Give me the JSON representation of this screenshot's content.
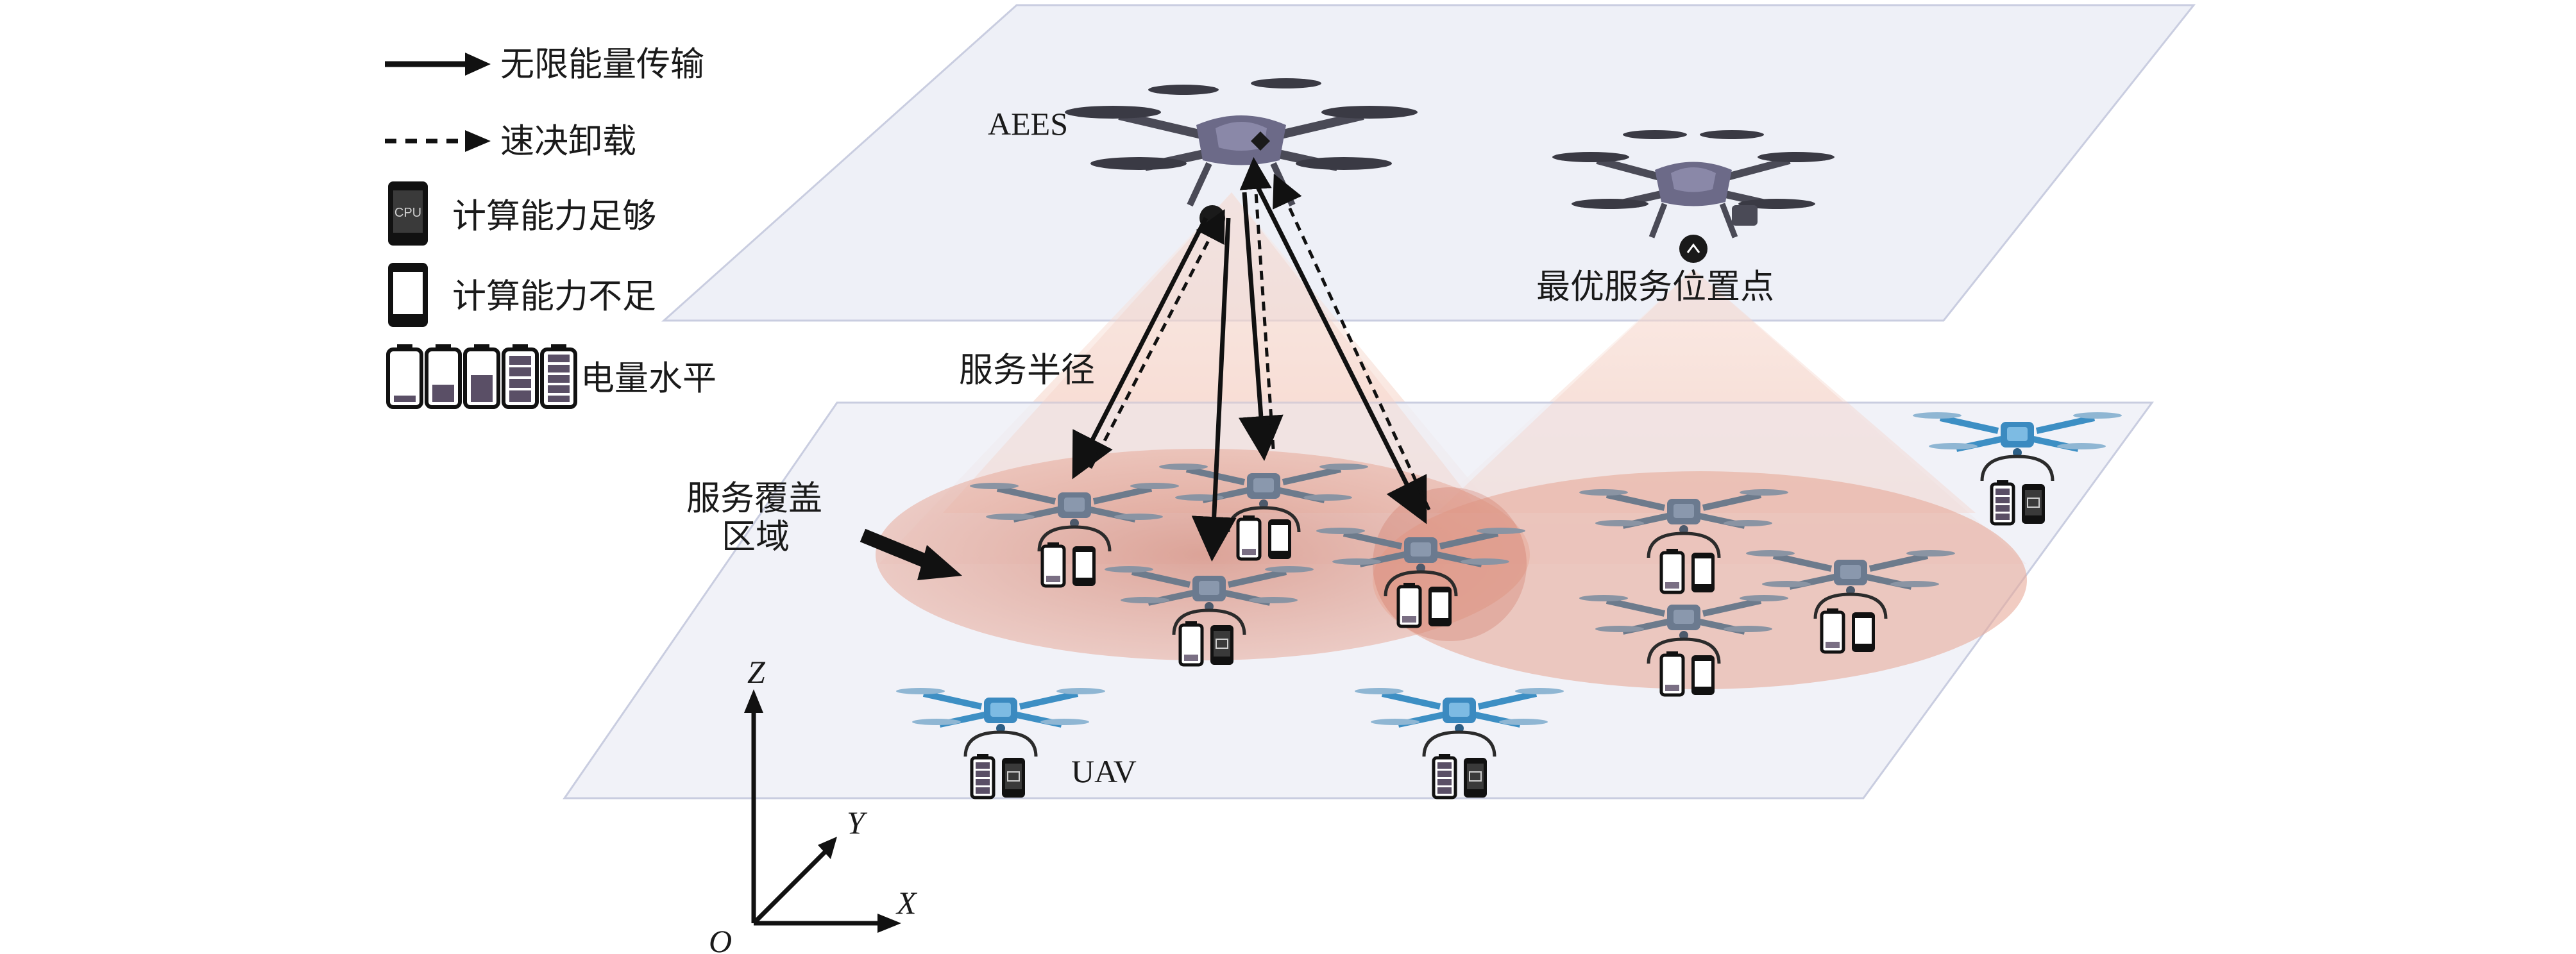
{
  "legend": {
    "items": [
      {
        "icon": "solid-arrow-icon",
        "label": "无限能量传输"
      },
      {
        "icon": "dashed-arrow-icon",
        "label": "速决卸载"
      },
      {
        "icon": "cpu-phone-icon",
        "label": "计算能力足够"
      },
      {
        "icon": "empty-phone-icon",
        "label": "计算能力不足"
      },
      {
        "icon": "battery-levels-icon",
        "label": "电量水平"
      }
    ],
    "cpu_text": "CPU"
  },
  "labels": {
    "aees": "AEES",
    "optimal_position": "最优服务位置点",
    "service_radius": "服务半径",
    "coverage_line1": "服务覆盖",
    "coverage_line2": "区域",
    "uav": "UAV"
  },
  "axes": {
    "z": "Z",
    "y": "Y",
    "x": "X",
    "origin": "O"
  },
  "colors": {
    "plane_fill": "#eef0f7",
    "plane_stroke": "#c9cde0",
    "coverage_fill": "#d98b7a",
    "cone_fill": "#f6d9cf",
    "aees_body": "#5f5f78",
    "uav_gray": "#6d7b8c",
    "uav_blue": "#3d8fc4"
  }
}
